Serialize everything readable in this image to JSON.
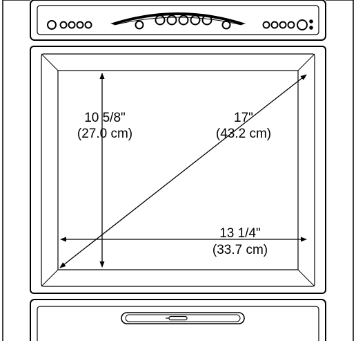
{
  "diagram": {
    "height_label": "10 5/8\"",
    "height_metric": "(27.0 cm)",
    "diagonal_label": "17\"",
    "diagonal_metric": "(43.2 cm)",
    "width_label": "13 1/4\"",
    "width_metric": "(33.7 cm)"
  },
  "colors": {
    "line": "#000000",
    "background": "#ffffff"
  }
}
